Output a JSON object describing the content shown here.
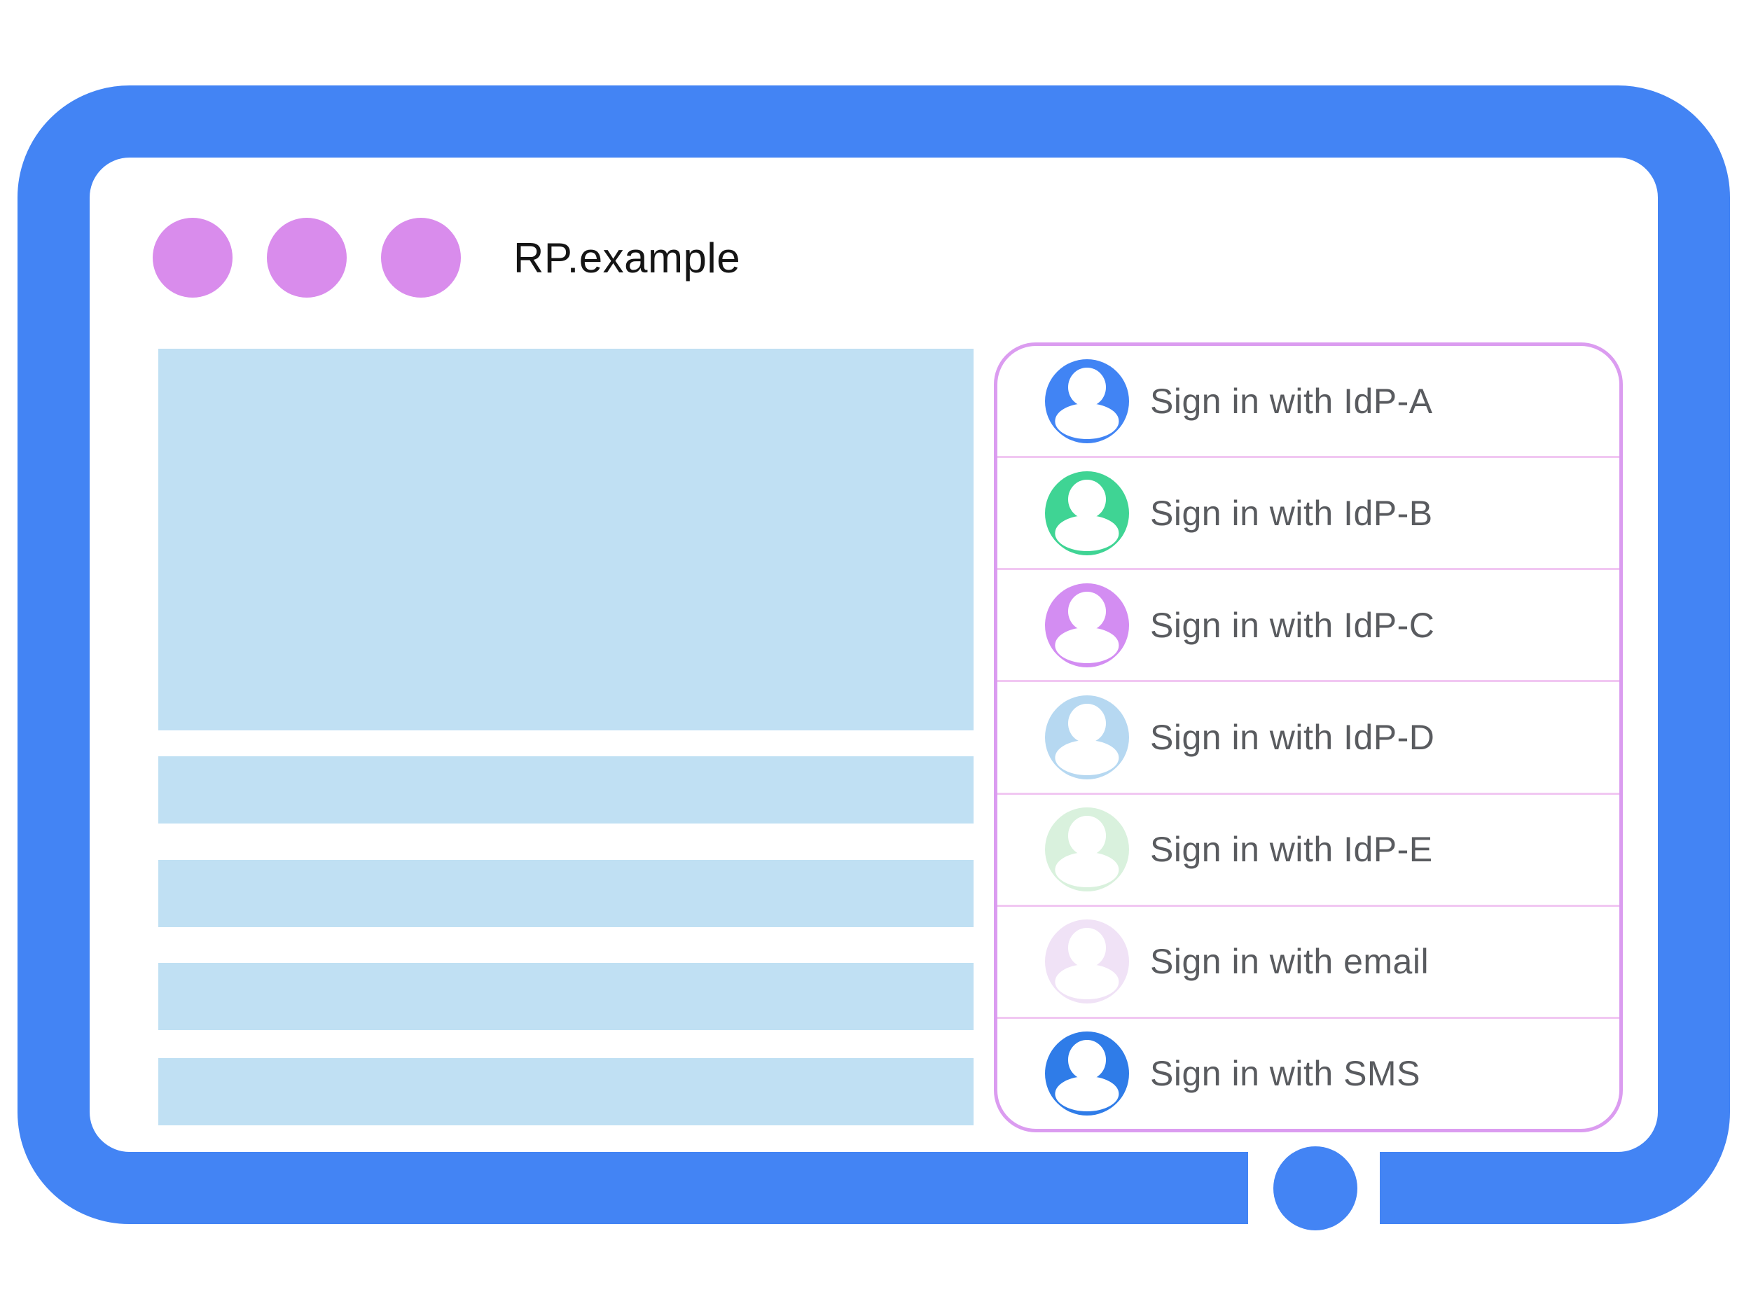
{
  "window": {
    "title": "RP.example",
    "control_dots": 3
  },
  "signin_panel": {
    "options": [
      {
        "label": "Sign in with IdP-A",
        "avatar_icon": "person-icon",
        "avatar_color": "#4184F4"
      },
      {
        "label": "Sign in with IdP-B",
        "avatar_icon": "person-icon",
        "avatar_color": "#3FD494"
      },
      {
        "label": "Sign in with IdP-C",
        "avatar_icon": "person-icon",
        "avatar_color": "#D38DF2"
      },
      {
        "label": "Sign in with IdP-D",
        "avatar_icon": "person-icon",
        "avatar_color": "#B6D8F1"
      },
      {
        "label": "Sign in with IdP-E",
        "avatar_icon": "person-icon",
        "avatar_color": "#D9F1DD"
      },
      {
        "label": "Sign in with email",
        "avatar_icon": "person-icon",
        "avatar_color": "#F0E2F6"
      },
      {
        "label": "Sign in with SMS",
        "avatar_icon": "person-icon",
        "avatar_color": "#2F7CE8"
      }
    ]
  },
  "colors": {
    "frame_blue": "#4384F4",
    "dot_purple": "#D98CEC",
    "panel_border": "#DB9CF0",
    "panel_divider": "#F1C7F2",
    "placeholder_blue": "#C0E0F3",
    "label_gray": "#595B5F",
    "title_black": "#151515"
  }
}
